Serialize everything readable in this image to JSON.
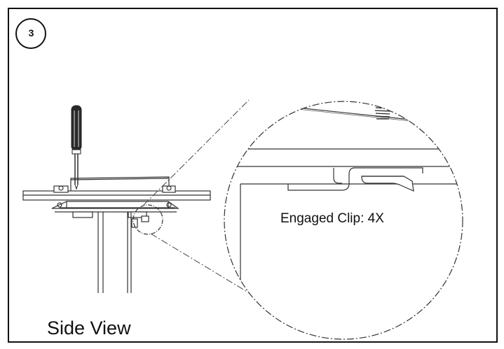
{
  "step_number": "3",
  "callout_label": "Engaged Clip: 4X",
  "view_label": "Side View",
  "icons": {
    "screwdriver": "screwdriver-icon",
    "detail_zoom": "detail-magnifier-icon"
  },
  "colors": {
    "line": "#333333",
    "frame": "#111111",
    "background": "#ffffff"
  }
}
